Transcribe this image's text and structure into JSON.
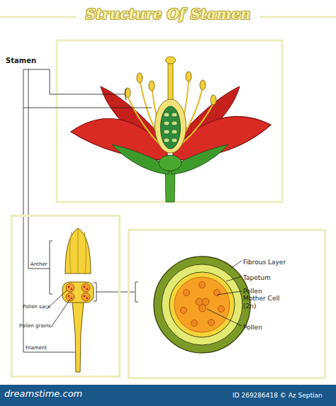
{
  "diagram": {
    "title": "Structure Of Stamen",
    "nodes": [
      {
        "text": [
          "Anther",
          "Pollen sacs",
          "Pollen grains",
          "Filament"
        ]
      },
      {
        "text": [
          "Fibrous Layer",
          "Tapetum",
          "Pollen Mother Cell (2n)",
          "Pollen"
        ]
      },
      {
        "text": [
          "dreamstime.com",
          "ID 269286418 © Az Septian"
        ]
      }
    ],
    "edges": [
      {
        "from": 0,
        "to": 1,
        "arrow": "none"
      }
    ],
    "labels": [
      "Stamen"
    ]
  }
}
